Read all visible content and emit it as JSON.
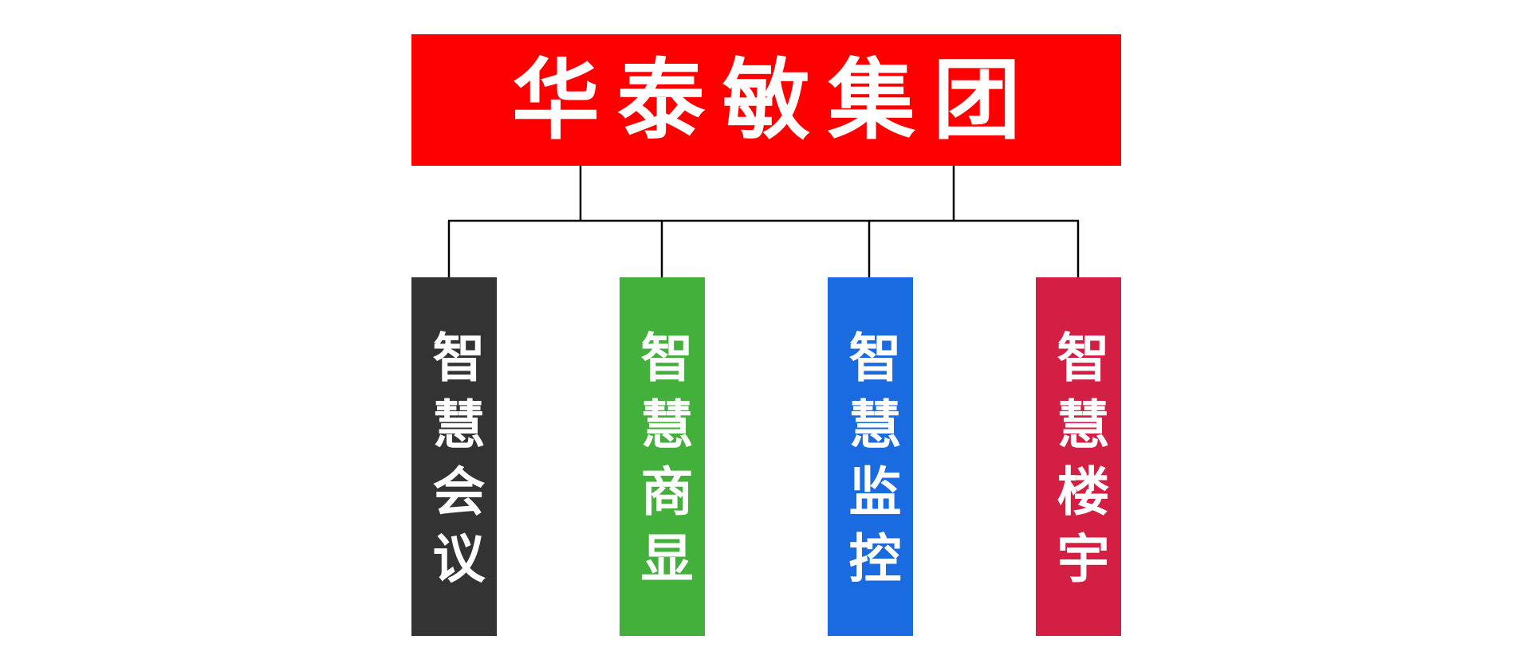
{
  "root": {
    "label": "华泰敏集团",
    "color": "#ff0000"
  },
  "children": [
    {
      "label": "智慧会议",
      "color": "#333333"
    },
    {
      "label": "智慧商显",
      "color": "#44b03c"
    },
    {
      "label": "智慧监控",
      "color": "#1a6be0"
    },
    {
      "label": "智慧楼宇",
      "color": "#d31f43"
    }
  ],
  "line_color": "#000000"
}
